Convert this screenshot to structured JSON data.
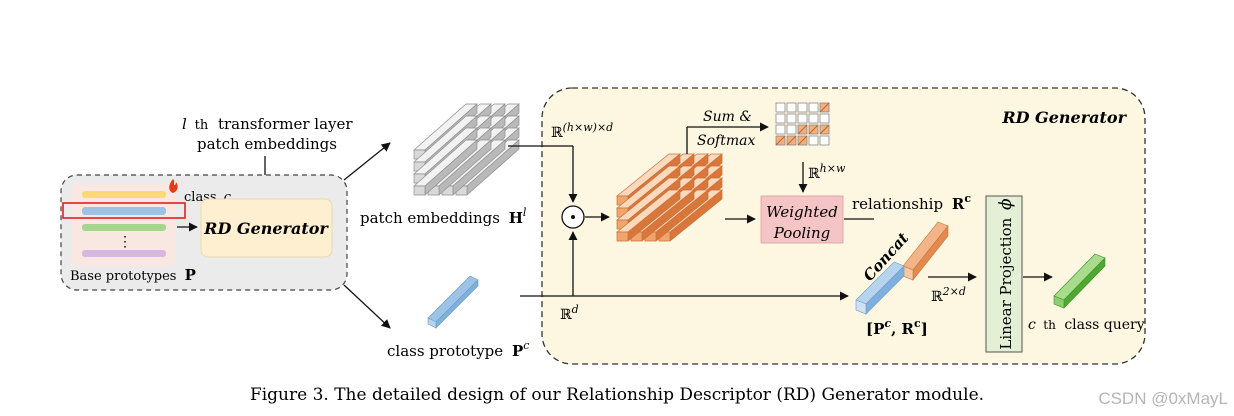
{
  "left": {
    "layer_line1_var": "l",
    "layer_line1_th": "th",
    "layer_line1_rest": "transformer layer",
    "layer_line2": "patch embeddings",
    "class_label": "class",
    "class_var": "c",
    "box_rd_generator": "RD Generator",
    "dots": "⋮",
    "base_prototypes": "Base prototypes",
    "base_prototypes_symbol": "P"
  },
  "middle": {
    "patch_embeddings": "patch embeddings",
    "patch_symbol": "H",
    "patch_superscript": "l",
    "class_prototype": "class prototype",
    "class_symbol": "P",
    "class_superscript": "c"
  },
  "rd_panel": {
    "title": "RD Generator",
    "dim_hw_d": "ℝ(h×w)×d",
    "dim_d": "ℝd",
    "sum_softmax_line1": "Sum &",
    "sum_softmax_line2": "Softmax",
    "dim_hw": "ℝh×w",
    "weighted_pooling_line1": "Weighted",
    "weighted_pooling_line2": "Pooling",
    "relationship": "relationship",
    "relationship_symbol": "R",
    "relationship_superscript": "c",
    "concat": "Concat",
    "dim_2d": "ℝ2×d",
    "concat_result": "[Pc, Rc]",
    "linear_projection": "Linear Projection",
    "phi": "ϕ",
    "cth": "c",
    "cth_th": "th",
    "class_query": "class query",
    "odot": "⊙"
  },
  "caption": "Figure 3. The detailed design of our Relationship Descriptor (RD) Generator module.",
  "watermark": "CSDN @0xMayL",
  "colors": {
    "panel_fill": "#fdf6e0",
    "panel_border": "#333333",
    "left_panel_fill": "#ebebeb",
    "rd_box_fill": "#fdefcf",
    "weighted_pooling_fill": "#f5c4c4",
    "linear_projection_fill": "#e4f0d6",
    "orange": "#e38a4f",
    "blue": "#9cc3e6",
    "green": "#6cbf4a",
    "yellow_bar": "#fcd978",
    "purple_bar": "#d7b7e0",
    "highlight_red": "#e02020"
  }
}
